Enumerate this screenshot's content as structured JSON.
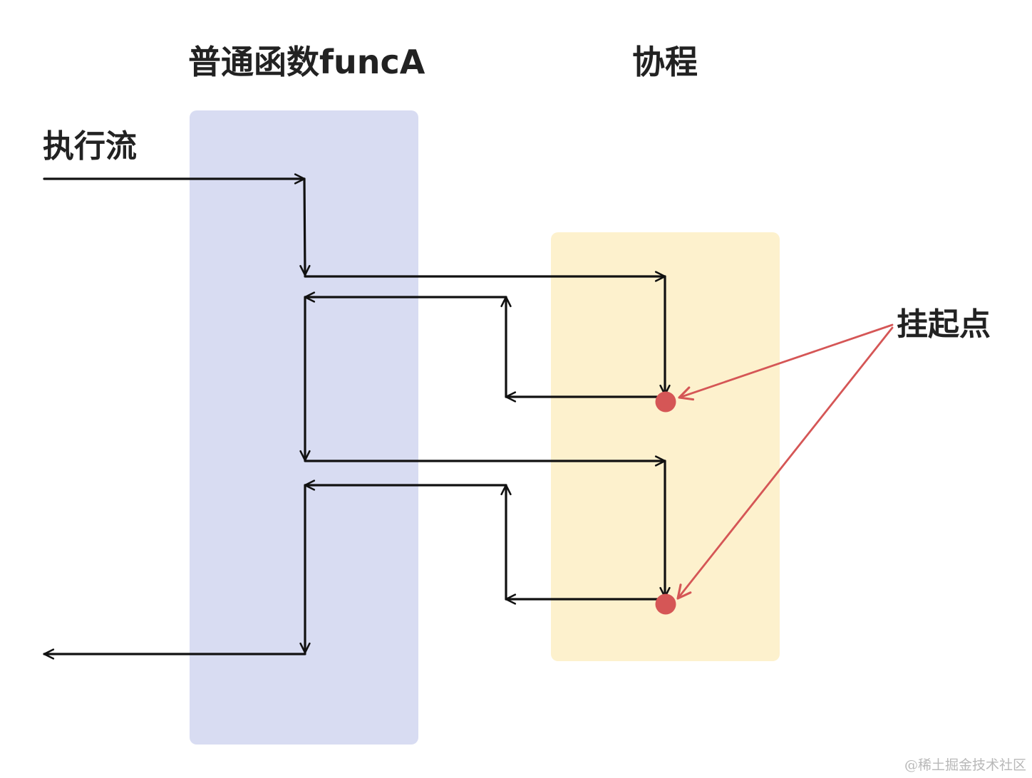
{
  "labels": {
    "normal_function": "普通函数funcA",
    "coroutine": "协程",
    "execution_flow": "执行流",
    "suspension_point": "挂起点"
  },
  "watermark": "@稀土掘金技术社区",
  "colors": {
    "function_region": "#d8dcf2",
    "coroutine_region": "#fdf1cd",
    "flow_line": "#111111",
    "suspension_point": "#d55656",
    "suspension_pointer": "#d55656",
    "text": "#222222"
  }
}
